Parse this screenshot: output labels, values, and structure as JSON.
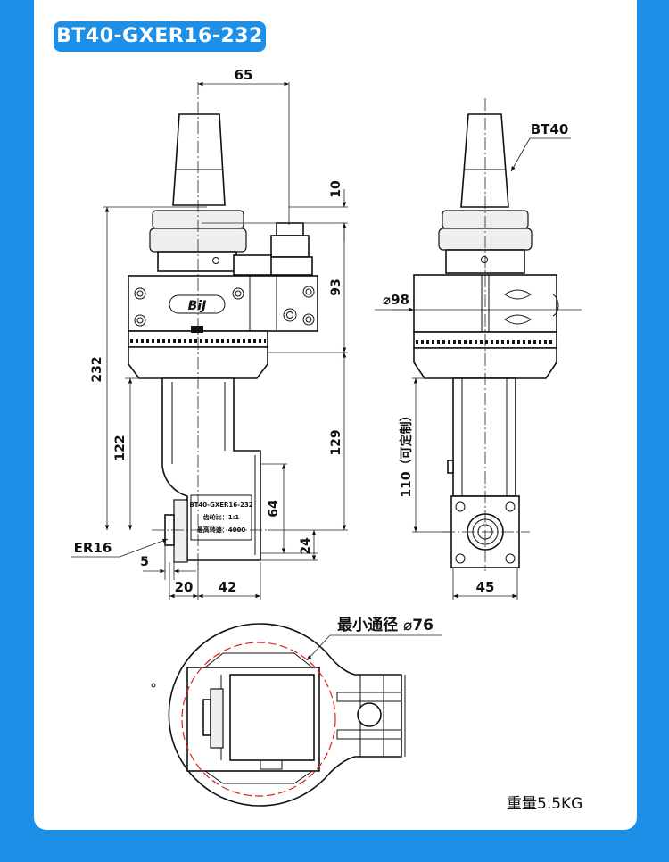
{
  "title": "BT40-GXER16-232",
  "labels": {
    "top_width": "65",
    "top_offset": "10",
    "side_93": "93",
    "total_232": "232",
    "height_122": "122",
    "height_129": "129",
    "height_64": "64",
    "height_24": "24",
    "collet": "ER16",
    "dim_5": "5",
    "dim_20": "20",
    "dim_42": "42",
    "taper": "BT40",
    "diameter_98": "⌀98",
    "height_110": "110（可定制）",
    "dim_45": "45",
    "min_passage": "最小通径 ⌀76",
    "plate_line1": "BT40-GXER16-232",
    "plate_line2": "齿轮比：1:1",
    "plate_line3": "最高转速：4000",
    "logo": "BiJ"
  },
  "weight": "重量5.5KG",
  "colors": {
    "background": "#1e8fe6",
    "card": "#ffffff",
    "ink": "#111111",
    "passage_circle": "#e02020"
  }
}
